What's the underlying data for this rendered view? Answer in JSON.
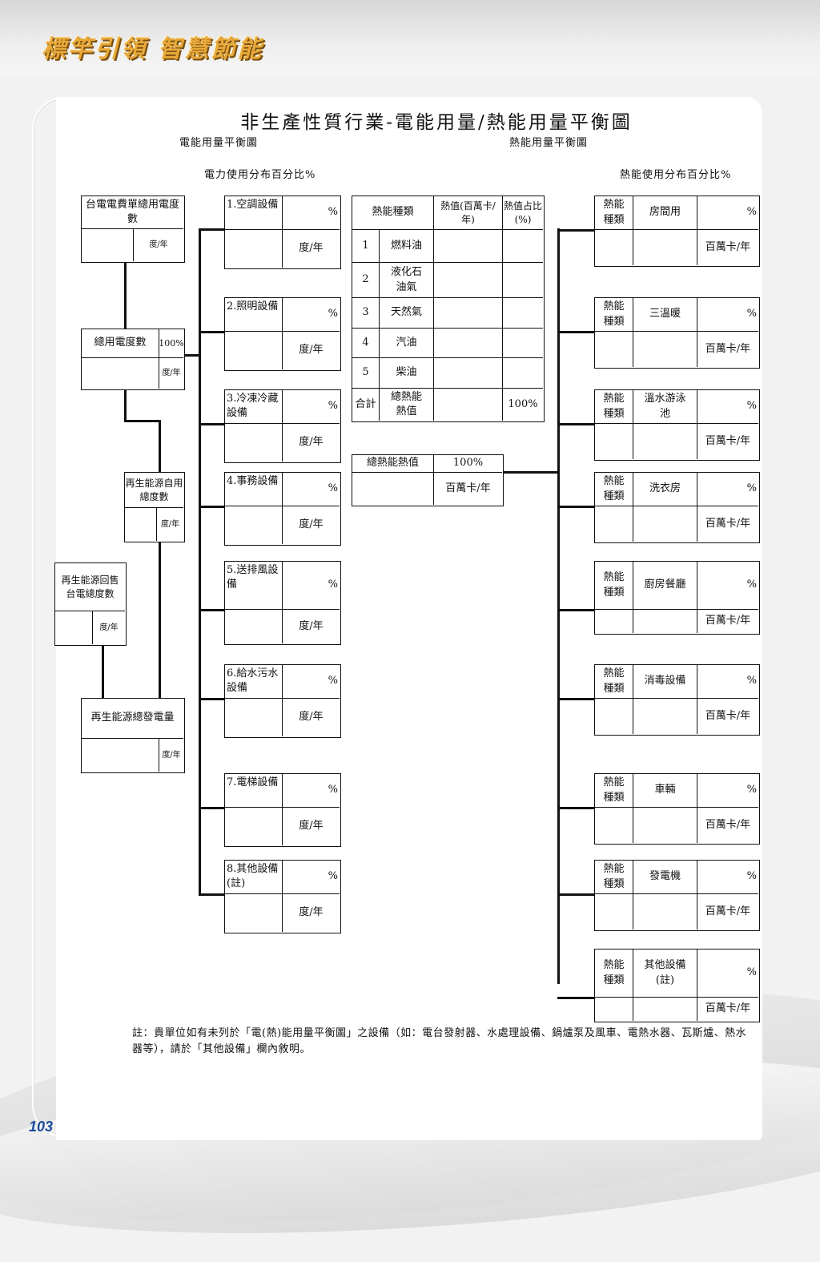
{
  "header": {
    "slogan": "標竿引領 智慧節能"
  },
  "page_number": "103",
  "doc": {
    "title": "非生產性質行業-電能用量/熱能用量平衡圖",
    "left_subtitle": "電能用量平衡圖",
    "right_subtitle": "熱能用量平衡圖",
    "left_caption": "電力使用分布百分比%",
    "right_caption": "熱能使用分布百分比%"
  },
  "electric": {
    "utility_box": {
      "label": "台電電費單總用電度數",
      "unit": "度/年"
    },
    "total_box": {
      "label": "總用電度數",
      "percent": "100%",
      "unit": "度/年"
    },
    "renew_self_box": {
      "label": "再生能源自用總度數",
      "unit": "度/年"
    },
    "renew_sold_box": {
      "label": "再生能源回售台電總度數",
      "unit": "度/年"
    },
    "renew_total_box": {
      "label": "再生能源總發電量",
      "unit": "度/年"
    },
    "equipment": [
      {
        "label": "1.空調設備",
        "pct": "%",
        "unit": "度/年"
      },
      {
        "label": "2.照明設備",
        "pct": "%",
        "unit": "度/年"
      },
      {
        "label": "3.冷凍冷藏設備",
        "pct": "%",
        "unit": "度/年"
      },
      {
        "label": "4.事務設備",
        "pct": "%",
        "unit": "度/年"
      },
      {
        "label": "5.送排風設備",
        "pct": "%",
        "unit": "度/年"
      },
      {
        "label": "6.給水污水設備",
        "pct": "%",
        "unit": "度/年"
      },
      {
        "label": "7.電梯設備",
        "pct": "%",
        "unit": "度/年"
      },
      {
        "label": "8.其他設備(註)",
        "pct": "%",
        "unit": "度/年"
      }
    ]
  },
  "heat_table": {
    "headers": [
      "熱能種類",
      "熱值(百萬卡/年)",
      "熱值占比(%)"
    ],
    "rows": [
      {
        "no": "1",
        "name": "燃料油",
        "pct": ""
      },
      {
        "no": "2",
        "name": "液化石油氣",
        "pct": ""
      },
      {
        "no": "3",
        "name": "天然氣",
        "pct": ""
      },
      {
        "no": "4",
        "name": "汽油",
        "pct": ""
      },
      {
        "no": "5",
        "name": "柴油",
        "pct": ""
      }
    ],
    "total_row": {
      "no": "合計",
      "name": "總熱能熱值",
      "pct": "100%"
    },
    "total_box": {
      "label": "總熱能熱值",
      "percent": "100%",
      "unit": "百萬卡/年"
    }
  },
  "heat_uses": {
    "type_label": "熱能種類",
    "items": [
      {
        "name": "房間用",
        "pct": "%",
        "unit": "百萬卡/年"
      },
      {
        "name": "三溫暖",
        "pct": "%",
        "unit": "百萬卡/年"
      },
      {
        "name": "溫水游泳池",
        "pct": "%",
        "unit": "百萬卡/年"
      },
      {
        "name": "洗衣房",
        "pct": "%",
        "unit": "百萬卡/年"
      },
      {
        "name": "廚房餐廳",
        "pct": "%",
        "unit": "百萬卡/年"
      },
      {
        "name": "消毒設備",
        "pct": "%",
        "unit": "百萬卡/年"
      },
      {
        "name": "車輛",
        "pct": "%",
        "unit": "百萬卡/年"
      },
      {
        "name": "發電機",
        "pct": "%",
        "unit": "百萬卡/年"
      },
      {
        "name": "其他設備(註)",
        "pct": "%",
        "unit": "百萬卡/年"
      }
    ]
  },
  "footnote": "註：貴單位如有未列於「電(熱)能用量平衡圖」之設備（如：電台發射器、水處理設備、鍋爐泵及風車、電熱水器、瓦斯爐、熱水器等），請於「其他設備」欄內敘明。"
}
